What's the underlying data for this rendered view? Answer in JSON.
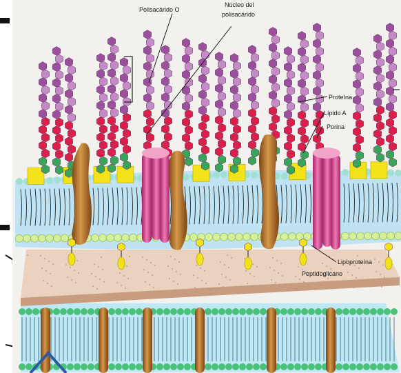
{
  "diagram": {
    "labels": {
      "o_polysaccharide": "Polisacárido O",
      "core_line1": "Núcleo del",
      "core_line2": "polisacárido",
      "protein": "Proteína",
      "lipid_a": "Lípido A",
      "porin": "Porina",
      "lipoprotein": "Lipoproteína",
      "peptidoglycan": "Peptidoglicano"
    },
    "colors": {
      "o_chain_purple": "#9b4f9c",
      "o_chain_light": "#c58bc6",
      "core_red": "#d8204a",
      "core_green": "#3aa55a",
      "lipid_yellow": "#f2e21a",
      "head_teal": "#9fe0d2",
      "membrane_blue": "#bfe3f2",
      "protein_brown": "#b5712c",
      "porin_pink": "#d94b8f",
      "peptidoglycan": "#ead2bf",
      "inner_membrane": "#a7d9ec"
    }
  }
}
